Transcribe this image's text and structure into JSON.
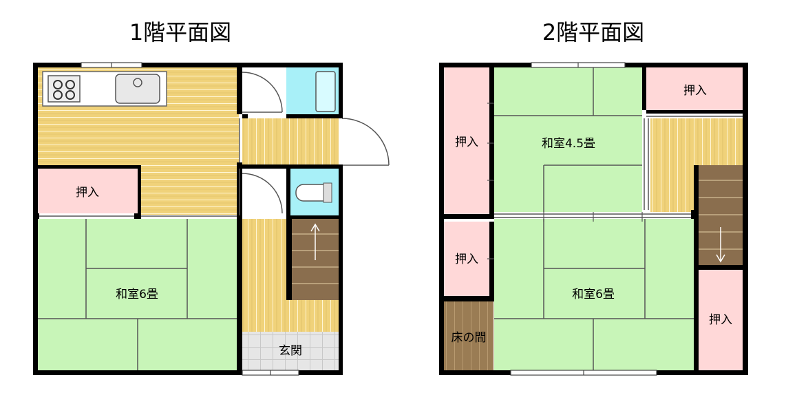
{
  "floor1": {
    "title": "1階平面図",
    "rooms": {
      "closet": "押入",
      "washitsu": "和室6畳",
      "entrance": "玄関"
    }
  },
  "floor2": {
    "title": "2階平面図",
    "rooms": {
      "closet_left_top": "押入",
      "closet_top_right": "押入",
      "washitsu_small": "和室4.5畳",
      "closet_left_mid": "押入",
      "washitsu_large": "和室6畳",
      "closet_right": "押入",
      "tokonoma": "床の間"
    }
  },
  "colors": {
    "tatami": "#c8f5b8",
    "flooring": "#f0d27a",
    "closet": "#ffd8d8",
    "bath": "#a8f0f8",
    "genkan": "#e6e6e6",
    "stairs": "#8a6e4e",
    "wall": "#000000"
  }
}
